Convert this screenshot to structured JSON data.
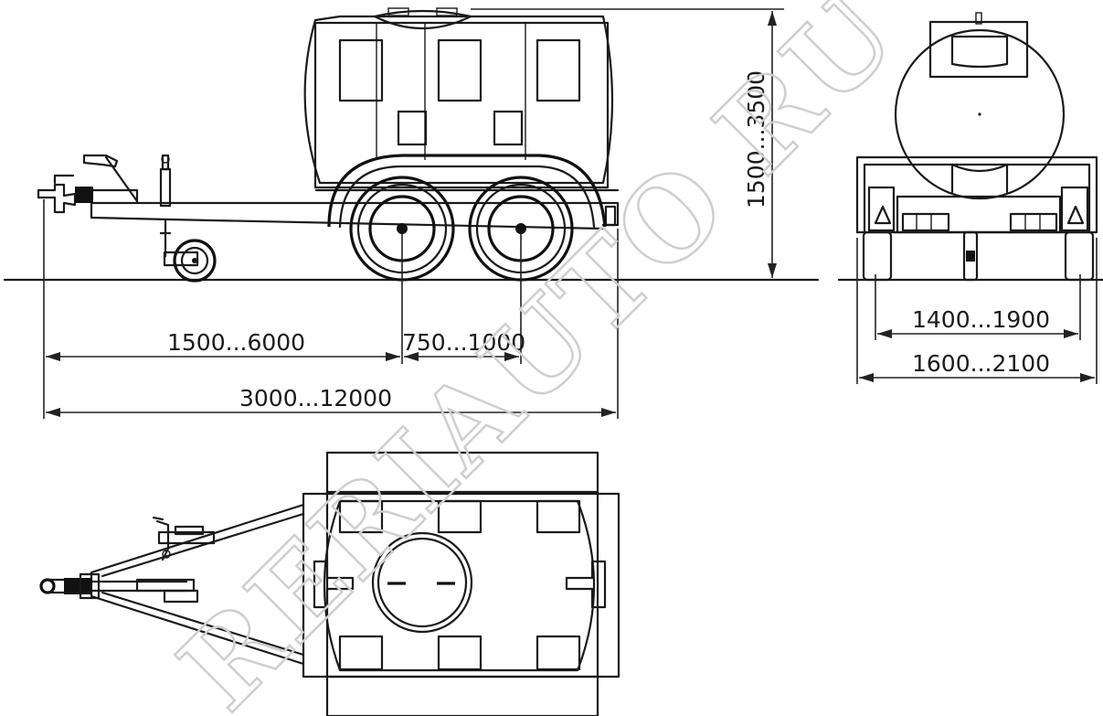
{
  "dimensions": {
    "height": "1500...3500",
    "wheelbase_offset": "1500...6000",
    "axle_spacing": "750...1000",
    "overall_length": "3000...12000",
    "track_width": "1400...1900",
    "overall_width": "1600...2100"
  },
  "watermark": "RERIAUTO RU",
  "colors": {
    "line": "#111111",
    "background": "#ffffff",
    "watermark": "#cfcfcf"
  }
}
